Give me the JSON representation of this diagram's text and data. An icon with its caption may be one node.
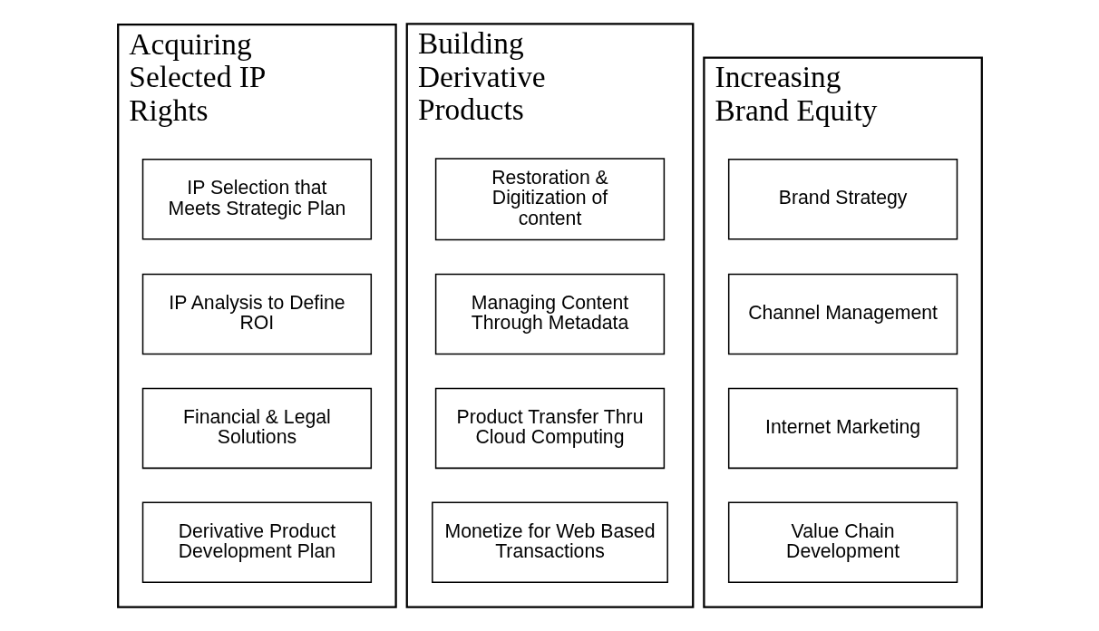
{
  "diagram": {
    "nodes": [
      {
        "text": [
          "Acquiring Selected IP Rights"
        ]
      },
      {
        "text": [
          "IP Selection that Meets Strategic Plan"
        ],
        "in": 0
      },
      {
        "text": [
          "IP Analysis to Define ROI"
        ],
        "in": 0
      },
      {
        "text": [
          "Financial & Legal Solutions"
        ],
        "in": 0
      },
      {
        "text": [
          "Derivative Product Development Plan"
        ],
        "in": 0
      },
      {
        "text": [
          "Building Derivative Products"
        ]
      },
      {
        "text": [
          "Restoration & Digitization of content"
        ],
        "in": 5
      },
      {
        "text": [
          "Managing Content Through Metadata"
        ],
        "in": 5
      },
      {
        "text": [
          "Product Transfer Thru Cloud Computing"
        ],
        "in": 5
      },
      {
        "text": [
          "Monetize for Web Based Transactions"
        ],
        "in": 5
      },
      {
        "text": [
          "Increasing Brand Equity"
        ]
      },
      {
        "text": [
          "Brand Strategy"
        ],
        "in": 10
      },
      {
        "text": [
          "Channel Management"
        ],
        "in": 10
      },
      {
        "text": [
          "Internet Marketing"
        ],
        "in": 10
      },
      {
        "text": [
          "Value Chain Development"
        ],
        "in": 10
      }
    ],
    "edges": []
  }
}
